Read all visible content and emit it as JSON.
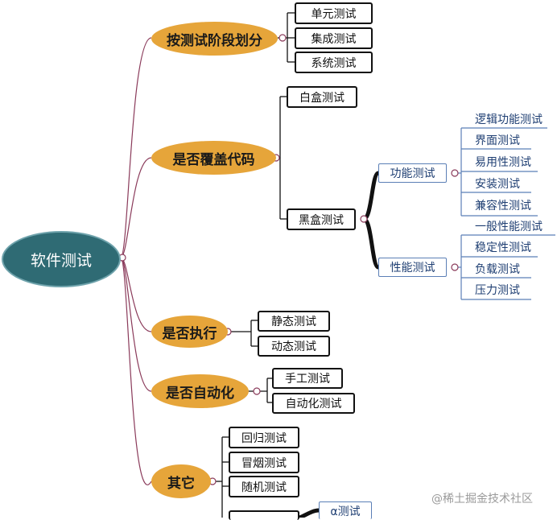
{
  "root": "软件测试",
  "categories": {
    "stage": "按测试阶段划分",
    "coverage": "是否覆盖代码",
    "execute": "是否执行",
    "automation": "是否自动化",
    "other": "其它"
  },
  "stage_items": [
    "单元测试",
    "集成测试",
    "系统测试"
  ],
  "coverage_items": {
    "white": "白盒测试",
    "black": "黑盒测试"
  },
  "black_items": {
    "functional": "功能测试",
    "performance": "性能测试"
  },
  "functional_items": [
    "逻辑功能测试",
    "界面测试",
    "易用性测试",
    "安装测试",
    "兼容性测试"
  ],
  "performance_items": [
    "一般性能测试",
    "稳定性测试",
    "负载测试",
    "压力测试"
  ],
  "execute_items": [
    "静态测试",
    "动态测试"
  ],
  "automation_items": [
    "手工测试",
    "自动化测试"
  ],
  "other_items": [
    "回归测试",
    "冒烟测试",
    "随机测试"
  ],
  "other_sub": "α测试",
  "watermark": "@稀土掘金技术社区",
  "colors": {
    "root_fill": "#2f6b74",
    "category_fill": "#e6a53a",
    "box_border": "#111111",
    "connector": "#8a3a5a",
    "blue_border": "#5b7fb6"
  }
}
